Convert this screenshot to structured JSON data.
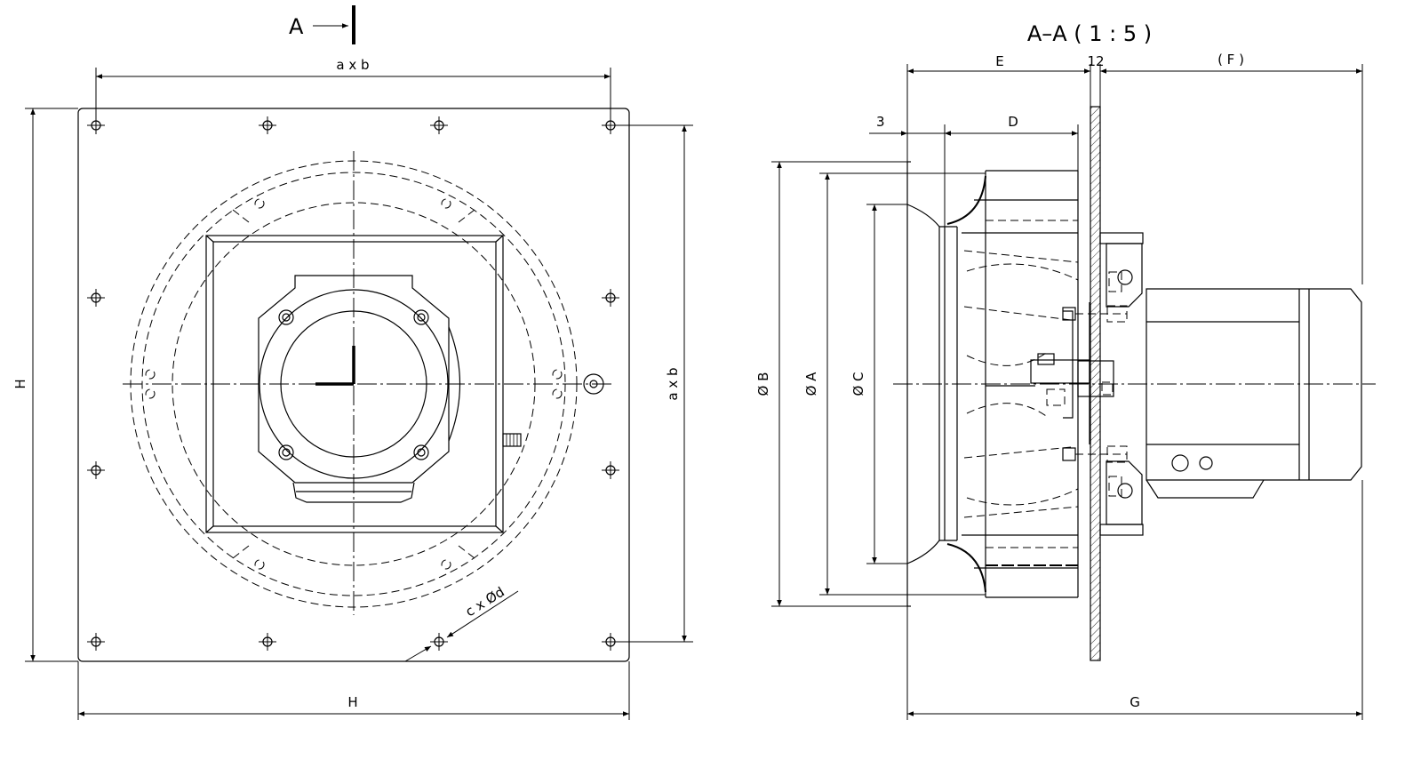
{
  "section_marker": "A",
  "section_title": "A–A ( 1 : 5 )",
  "front_view": {
    "dim_top": "a x b",
    "dim_right": "a x b",
    "dim_left": "H",
    "dim_bottom": "H",
    "hole_callout": "c x Ød"
  },
  "side_view": {
    "dim_e": "E",
    "dim_12": "12",
    "dim_f": "( F )",
    "dim_3": "3",
    "dim_d": "D",
    "dim_g": "G",
    "dim_b": "Ø B",
    "dim_a": "Ø A",
    "dim_c": "Ø C"
  }
}
